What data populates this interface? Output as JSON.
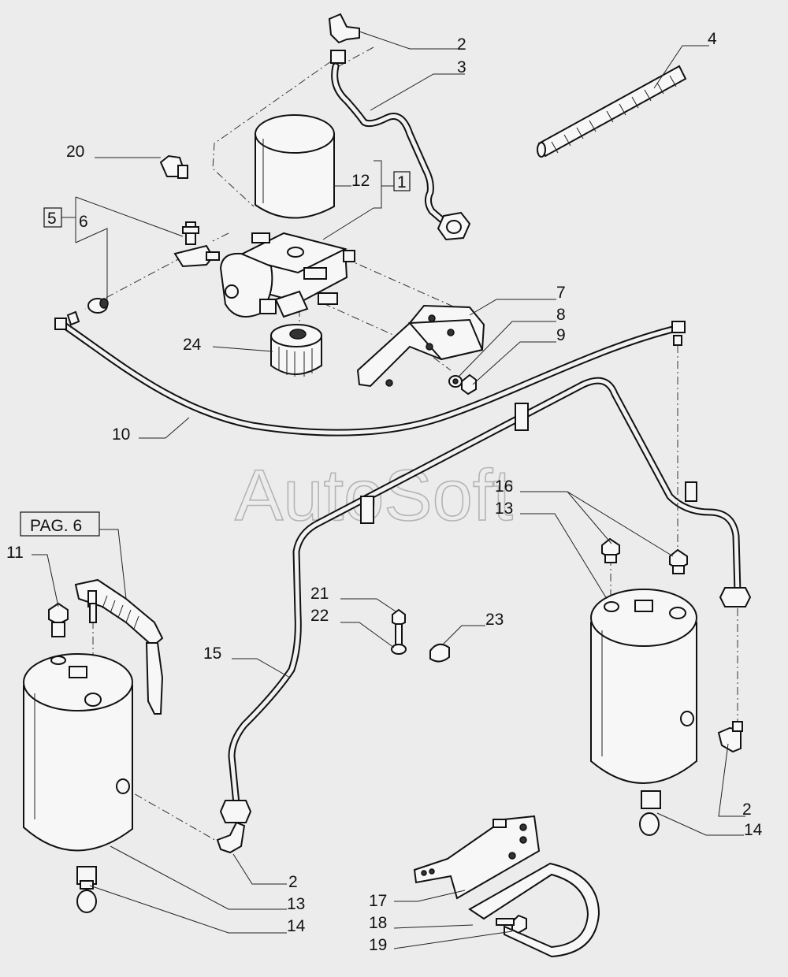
{
  "watermark": "AutoSoft",
  "page_ref": "PAG. 6",
  "callouts": {
    "c1": "1",
    "c2a": "2",
    "c2b": "2",
    "c2c": "2",
    "c3": "3",
    "c4": "4",
    "c5": "5",
    "c6": "6",
    "c7": "7",
    "c8": "8",
    "c9": "9",
    "c10": "10",
    "c11": "11",
    "c12": "12",
    "c13a": "13",
    "c13b": "13",
    "c14a": "14",
    "c14b": "14",
    "c15": "15",
    "c16": "16",
    "c17": "17",
    "c18": "18",
    "c19": "19",
    "c20": "20",
    "c21": "21",
    "c22": "22",
    "c23": "23",
    "c24": "24"
  },
  "icons": {
    "air_dryer_cartridge": "cylinder-filter-icon",
    "unloader_valve": "valve-body-icon",
    "air_tank": "air-tank-icon",
    "drain_valve": "drain-valve-icon",
    "pipe_fitting": "elbow-fitting-icon"
  }
}
